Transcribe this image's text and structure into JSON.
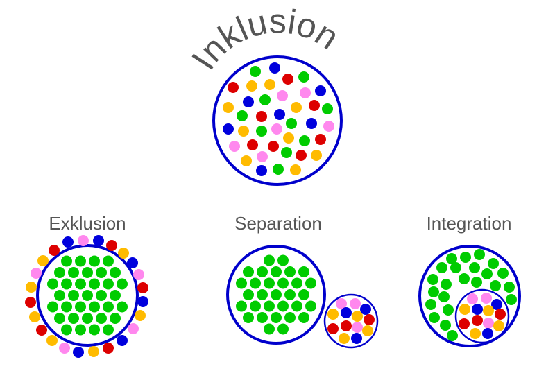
{
  "title": "Inklusion",
  "panels": [
    {
      "id": "exklusion",
      "label": "Exklusion"
    },
    {
      "id": "separation",
      "label": "Separation"
    },
    {
      "id": "integration",
      "label": "Integration"
    }
  ],
  "colors": {
    "ring": "#0000cc",
    "text": "#555555",
    "g": "#00cc00",
    "b": "#0000dd",
    "r": "#dd0000",
    "o": "#ffbb00",
    "p": "#ff88ee"
  }
}
